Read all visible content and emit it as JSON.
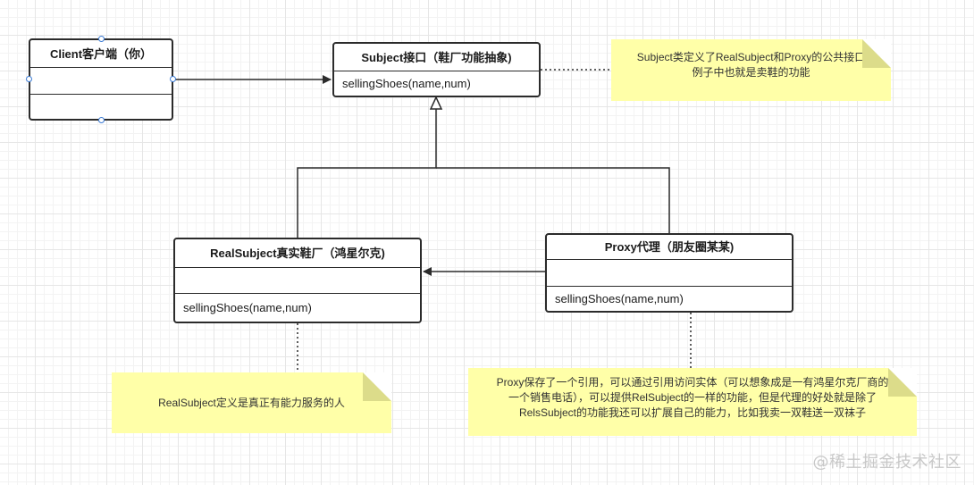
{
  "classes": {
    "client": {
      "title": "Client客户端（你）"
    },
    "subject": {
      "title": "Subject接口（鞋厂功能抽象)",
      "method": "sellingShoes(name,num)"
    },
    "real_subject": {
      "title": "RealSubject真实鞋厂（鸿星尔克)",
      "method": "sellingShoes(name,num)"
    },
    "proxy": {
      "title": "Proxy代理（朋友圈某某)",
      "method": "sellingShoes(name,num)"
    }
  },
  "notes": {
    "subject_note": {
      "line1": "Subject类定义了RealSubject和Proxy的公共接口",
      "line2": "例子中也就是卖鞋的功能"
    },
    "real_note": {
      "text": "RealSubject定义是真正有能力服务的人"
    },
    "proxy_note": {
      "line1": "Proxy保存了一个引用，可以通过引用访问实体（可以想象成是一有鸿星尔克厂商的",
      "line2": "一个销售电话），可以提供RelSubject的一样的功能，但是代理的好处就是除了",
      "line3": "RelsSubject的功能我还可以扩展自己的能力，比如我卖一双鞋送一双袜子"
    }
  },
  "watermark": "@稀土掘金技术社区",
  "colors": {
    "note_fill": "#ffffa8",
    "line": "#2b2b2b",
    "handle": "#3b7bd4"
  }
}
